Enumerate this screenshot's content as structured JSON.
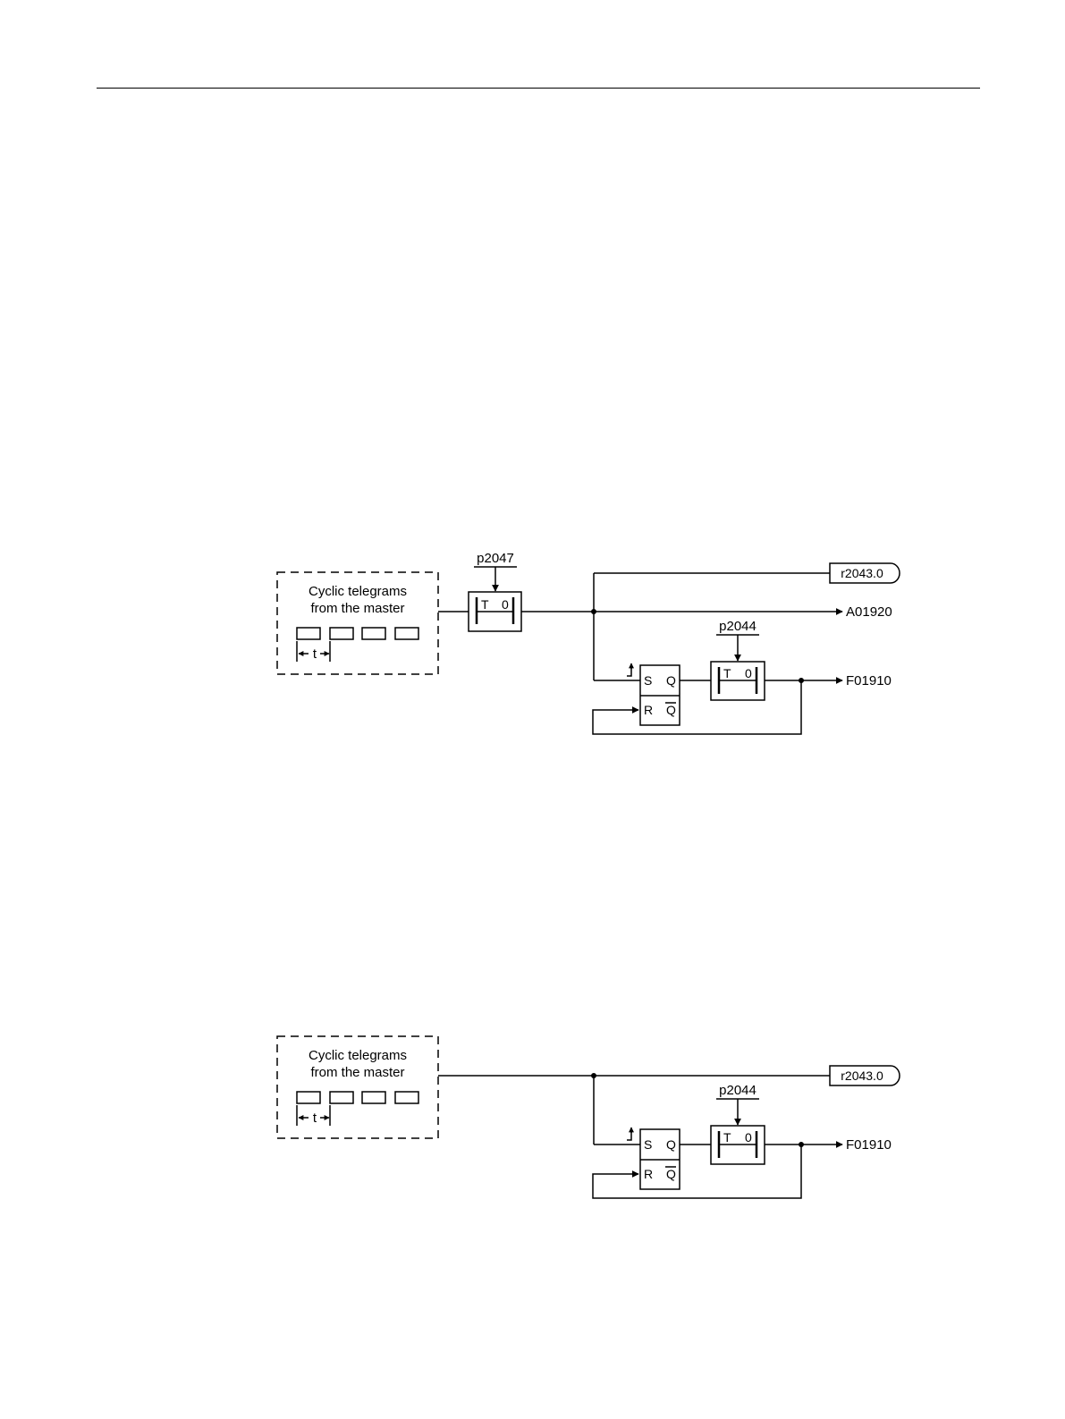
{
  "diagram1": {
    "monitor_title_line1": "Cyclic telegrams",
    "monitor_title_line2": "from the master",
    "interval_label": "t",
    "delay_param": "p2047",
    "timer1_t": "T",
    "timer1_zero": "0",
    "status_param": "r2043.0",
    "alarm": "A01920",
    "flipflop_s": "S",
    "flipflop_q": "Q",
    "flipflop_r": "R",
    "flipflop_qbar": "Q",
    "fault_delay_param": "p2044",
    "timer2_t": "T",
    "timer2_zero": "0",
    "fault": "F01910"
  },
  "diagram2": {
    "monitor_title_line1": "Cyclic telegrams",
    "monitor_title_line2": "from the master",
    "interval_label": "t",
    "status_param": "r2043.0",
    "flipflop_s": "S",
    "flipflop_q": "Q",
    "flipflop_r": "R",
    "flipflop_qbar": "Q",
    "fault_delay_param": "p2044",
    "timer_t": "T",
    "timer_zero": "0",
    "fault": "F01910"
  }
}
